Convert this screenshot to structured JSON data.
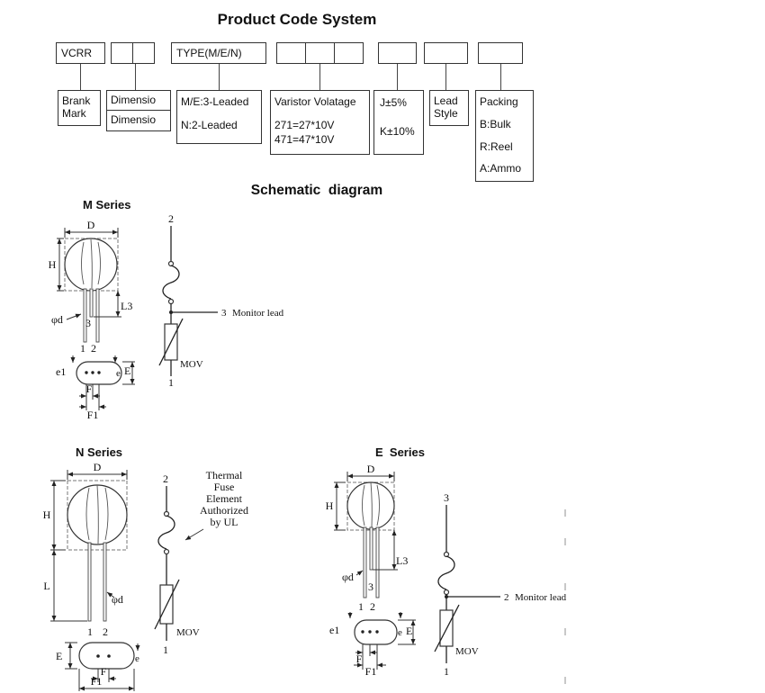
{
  "product_code": {
    "title": "Product Code System",
    "top_boxes": [
      "VCRR",
      "",
      "",
      "TYPE(M/E/N)",
      "",
      "",
      "",
      "",
      "",
      ""
    ],
    "brand": {
      "line1": "Brank",
      "line2": "Mark"
    },
    "dimension": {
      "row1": "Dimensio",
      "row2": "Dimensio"
    },
    "type": {
      "line1": "M/E:3-Leaded",
      "line2": "N:2-Leaded"
    },
    "voltage": {
      "line1": "Varistor Volatage",
      "line2": "271=27*10V",
      "line3": "471=47*10V"
    },
    "tolerance": {
      "line1": "J±5%",
      "line2": "K±10%"
    },
    "lead": {
      "line1": "Lead",
      "line2": "Style"
    },
    "packing": {
      "line1": "Packing",
      "line2": "B:Bulk",
      "line3": "R:Reel",
      "line4": "A:Ammo"
    }
  },
  "schematic": {
    "title": "Schematic  diagram",
    "m": {
      "label": "M Series",
      "dim_d": "D",
      "dim_h": "H",
      "dim_l3": "L3",
      "dim_phid": "φd",
      "pin1": "1",
      "pin2": "2",
      "pin3": "3",
      "dim_e1": "e1",
      "dim_e": "e",
      "dim_E": "E",
      "dim_f": "F",
      "dim_f1": "F1",
      "top_pin": "2",
      "tap_pin": "3",
      "tap_label": "Monitor lead",
      "mov": "MOV",
      "bottom_pin": "1"
    },
    "n": {
      "label": "N Series",
      "dim_d": "D",
      "dim_h": "H",
      "dim_l": "L",
      "dim_phid": "φd",
      "pin1": "1",
      "pin2": "2",
      "dim_E": "E",
      "dim_e": "e",
      "dim_f": "F",
      "dim_f1": "F1",
      "top_pin": "2",
      "bottom_pin": "1",
      "mov": "MOV",
      "note_line1": "Thermal",
      "note_line2": "Fuse",
      "note_line3": "Element",
      "note_line4": "Authorized",
      "note_line5": "by UL"
    },
    "e": {
      "label": "E  Series",
      "dim_d": "D",
      "dim_h": "H",
      "dim_l3": "L3",
      "dim_phid": "φd",
      "pin1": "1",
      "pin2": "2",
      "pin3": "3",
      "dim_e1": "e1",
      "dim_e": "e",
      "dim_E": "E",
      "dim_f": "F",
      "dim_f1": "F1",
      "top_pin": "3",
      "tap_pin": "2",
      "tap_label": "Monitor lead",
      "mov": "MOV",
      "bottom_pin": "1"
    }
  }
}
